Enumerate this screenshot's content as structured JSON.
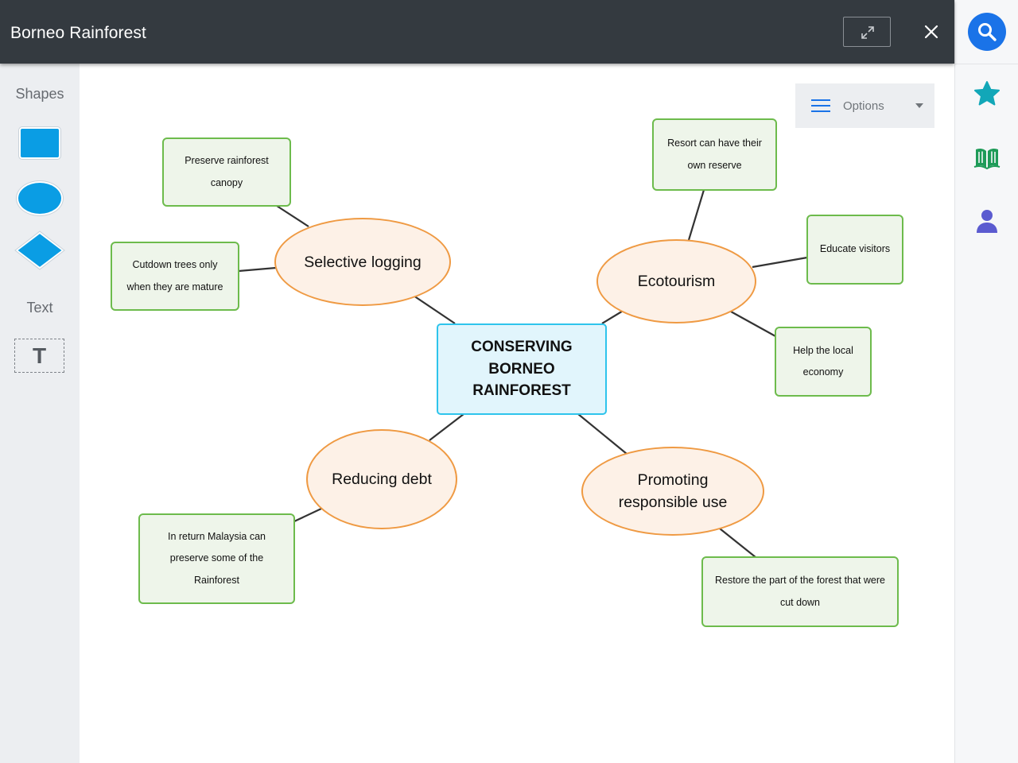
{
  "window": {
    "title": "Borneo Rainforest"
  },
  "titlebar": {
    "expand_icon": "expand-arrows-icon",
    "close_icon": "close-icon"
  },
  "shapes_panel": {
    "heading": "Shapes",
    "items": [
      "rectangle-shape",
      "ellipse-shape",
      "diamond-shape"
    ],
    "text_heading": "Text",
    "text_tool_glyph": "T",
    "shape_color": "#0a9de4"
  },
  "right_rail": {
    "items": [
      {
        "name": "search-icon",
        "color": "#1a73e8"
      },
      {
        "name": "star-icon",
        "color": "#12a7b8"
      },
      {
        "name": "book-icon",
        "color": "#1e9b58"
      },
      {
        "name": "person-icon",
        "color": "#5b5bd0"
      }
    ]
  },
  "options": {
    "label": "Options",
    "icon": "menu-icon"
  },
  "mindmap": {
    "center": {
      "lines": [
        "CONSERVING",
        "BORNEO",
        "RAINFOREST"
      ]
    },
    "branches": [
      {
        "id": "logging",
        "lines": [
          "Selective logging"
        ]
      },
      {
        "id": "eco",
        "lines": [
          "Ecotourism"
        ]
      },
      {
        "id": "debt",
        "lines": [
          "Reducing debt"
        ]
      },
      {
        "id": "promo",
        "lines": [
          "Promoting",
          "responsible use"
        ]
      }
    ],
    "leaves": [
      {
        "id": "canopy",
        "lines": [
          "Preserve rainforest",
          "canopy"
        ]
      },
      {
        "id": "cutdown",
        "lines": [
          "Cutdown trees only",
          "when they are mature"
        ]
      },
      {
        "id": "resort",
        "lines": [
          "Resort can have their",
          "own reserve"
        ]
      },
      {
        "id": "educate",
        "lines": [
          "Educate visitors"
        ]
      },
      {
        "id": "economy",
        "lines": [
          "Help the local",
          "economy"
        ]
      },
      {
        "id": "malaysia",
        "lines": [
          "In return Malaysia can",
          "preserve some of the",
          "Rainforest"
        ]
      },
      {
        "id": "restore",
        "lines": [
          "Restore the part of the forest that were",
          "cut down"
        ]
      }
    ],
    "colors": {
      "center_fill": "#e1f5fc",
      "center_border": "#2ec4ec",
      "branch_fill": "#fdf1e7",
      "branch_border": "#ef9a43",
      "leaf_fill": "#eef5ea",
      "leaf_border": "#6dbb4c",
      "connector": "#333333"
    }
  }
}
